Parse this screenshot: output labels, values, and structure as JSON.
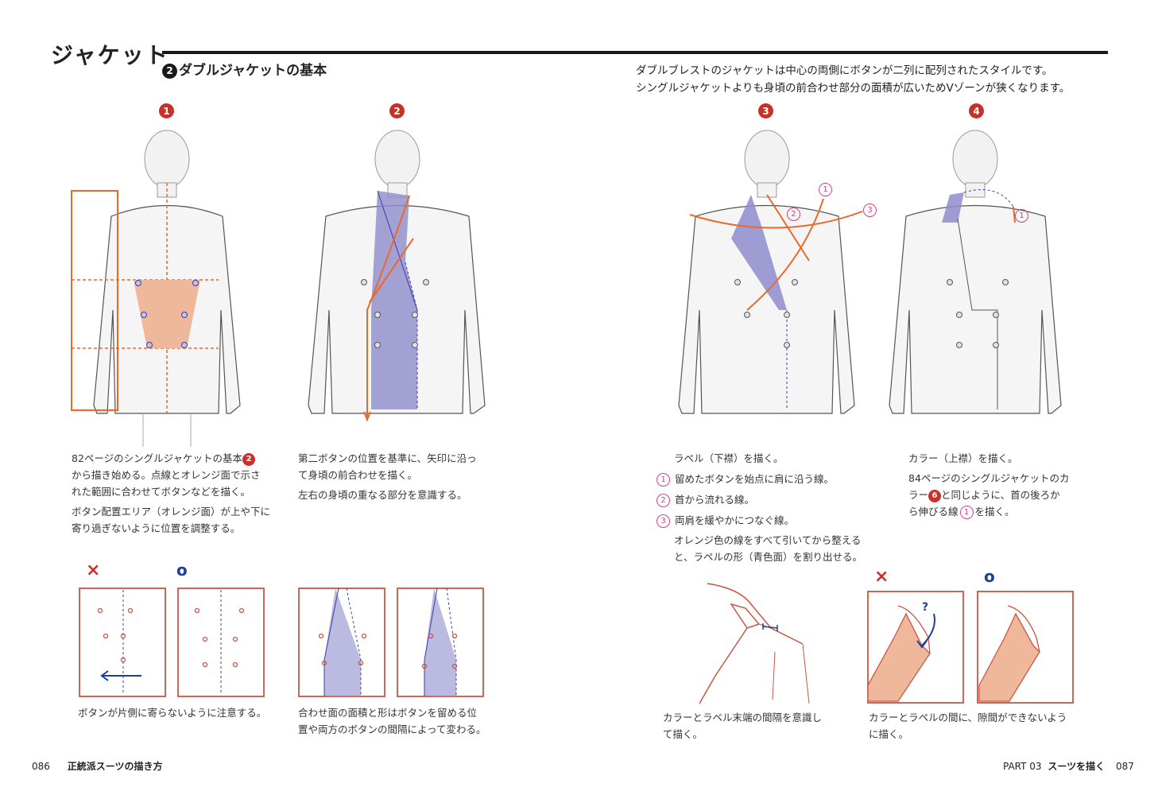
{
  "header": {
    "title": "ジャケット",
    "subtitle_number": "2",
    "subtitle": "ダブルジャケットの基本"
  },
  "intro": [
    "ダブルブレストのジャケットは中心の両側にボタンが二列に配列されたスタイルです。",
    "シングルジャケットよりも身頃の前合わせ部分の面積が広いためVゾーンが狭くなります。"
  ],
  "steps": [
    {
      "number": "1"
    },
    {
      "number": "2"
    },
    {
      "number": "3"
    },
    {
      "number": "4"
    }
  ],
  "step1_text": {
    "line1a": "82ページのシングルジャケットの基本",
    "line1_badge": "2",
    "line1b": "から描き始める。点線とオレンジ面で示さ",
    "line1c": "れた範囲に合わせてボタンなどを描く。",
    "line2a": "ボタン配置エリア（オレンジ面）が上や下に",
    "line2b": "寄り過ぎないように位置を調整する。"
  },
  "step2_text": {
    "line1a": "第二ボタンの位置を基準に、矢印に沿っ",
    "line1b": "て身頃の前合わせを描く。",
    "line2": "左右の身頃の重なる部分を意識する。"
  },
  "step3_text": {
    "intro": "ラペル（下襟）を描く。",
    "items": [
      {
        "mark": "1",
        "text": "留めたボタンを始点に肩に沿う線。"
      },
      {
        "mark": "2",
        "text": "首から流れる線。"
      },
      {
        "mark": "3",
        "text": "両肩を緩やかにつなぐ線。"
      }
    ],
    "outro_a": "オレンジ色の線をすべて引いてから整える",
    "outro_b": "と、ラペルの形（青色面）を割り出せる。"
  },
  "step4_text": {
    "line1": "カラー（上襟）を描く。",
    "line2a": "84ページのシングルジャケットのカ",
    "line2b_pre": "ラー",
    "line2b_badge": "6",
    "line2b_post": "と同じように、首の後ろか",
    "line2c_pre": "ら伸びる線",
    "line2c_mark": "1",
    "line2c_post": "を描く。"
  },
  "diagram_labels": {
    "a": "1",
    "b": "2",
    "c": "3",
    "d": "1"
  },
  "marks": {
    "wrong": "×",
    "right": "o"
  },
  "captions": {
    "bottom1": "ボタンが片側に寄らないように注意する。",
    "bottom2a": "合わせ面の面積と形はボタンを留める位",
    "bottom2b": "置や両方のボタンの間隔によって変わる。",
    "bottom3a": "カラーとラベル末端の間隔を意識し",
    "bottom3b": "て描く。",
    "bottom4a": "カラーとラペルの間に、隙間ができないよう",
    "bottom4b": "に描く。",
    "question": "?"
  },
  "footer": {
    "left_page": "086",
    "left_title": "正統派スーツの描き方",
    "right_part": "PART 03",
    "right_title": "スーツを描く",
    "right_page": "087"
  },
  "colors": {
    "red": "#c8302a",
    "orange": "#e8692a",
    "orange_fill": "#f0b89a",
    "blue_fill": "#8e8ccc",
    "blue_line": "#3a3da8",
    "pink": "#d64087",
    "line_red": "#c95545"
  }
}
